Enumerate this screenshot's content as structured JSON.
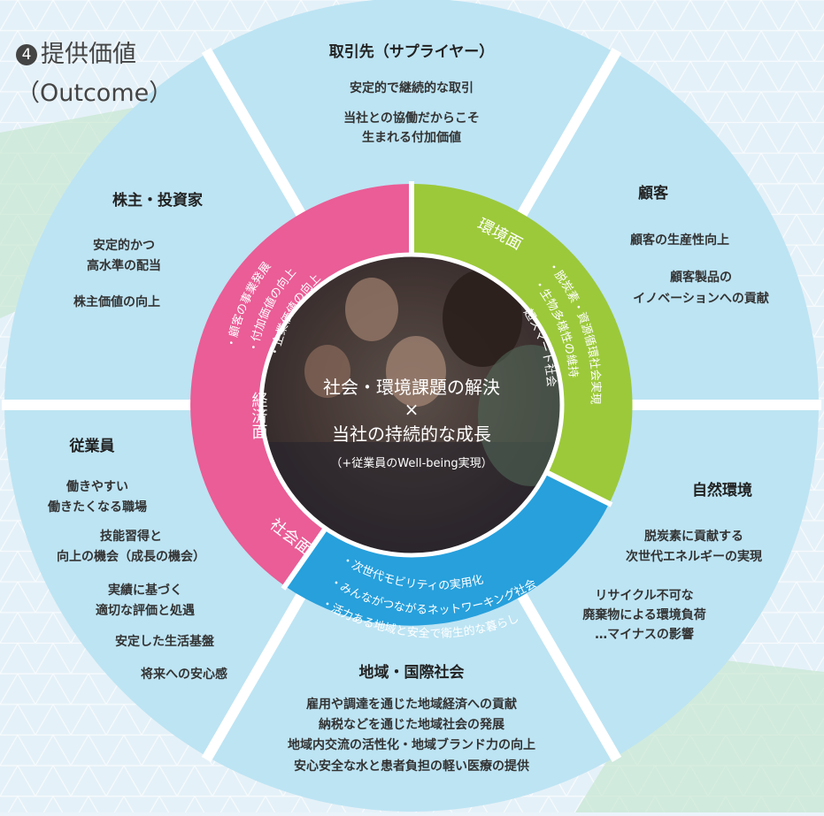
{
  "title": {
    "number": "4",
    "line1": "提供価値",
    "line2": "（Outcome）"
  },
  "colors": {
    "outer": "#bde4f3",
    "economic": "#ea5d96",
    "environment": "#9cc93a",
    "social": "#27a0dc",
    "heading": "#222222",
    "body": "#333333"
  },
  "stakeholders": {
    "suppliers": {
      "title": "取引先（サプライヤー）",
      "items": [
        "安定的で継続的な取引",
        "当社との協働だからこそ",
        "生まれる付加価値"
      ]
    },
    "customers": {
      "title": "顧客",
      "items": [
        "顧客の生産性向上",
        "顧客製品の",
        "イノベーションへの貢献"
      ]
    },
    "nature": {
      "title": "自然環境",
      "items": [
        "脱炭素に貢献する",
        "次世代エネルギーの実現",
        "リサイクル不可な",
        "廃棄物による環境負荷",
        "…マイナスの影響"
      ]
    },
    "community": {
      "title": "地域・国際社会",
      "items": [
        "雇用や調達を通じた地域経済への貢献",
        "納税などを通じた地域社会の発展",
        "地域内交流の活性化・地域ブランド力の向上",
        "安心安全な水と患者負担の軽い医療の提供"
      ]
    },
    "employees": {
      "title": "従業員",
      "items": [
        "働きやすい",
        "働きたくなる職場",
        "技能習得と",
        "向上の機会（成長の機会）",
        "実績に基づく",
        "適切な評価と処遇",
        "安定した生活基盤",
        "将来への安心感"
      ]
    },
    "shareholders": {
      "title": "株主・投資家",
      "items": [
        "安定的かつ",
        "高水準の配当",
        "株主価値の向上"
      ]
    }
  },
  "ring": {
    "economic": {
      "label": "経済面",
      "items": [
        "・顧客の事業発展",
        "・付加価値の向上",
        "・企業価値の向上"
      ]
    },
    "environment": {
      "label": "環境面",
      "items": [
        "・脱炭素・資源循環社会実現",
        "・生物多様性の維持",
        "・超スマート社会"
      ]
    },
    "social": {
      "label": "社会面",
      "items": [
        "・次世代モビリティの実用化",
        "・みんながつながるネットワーキング社会",
        "・活力ある地域と安全で衛生的な暮らし"
      ]
    }
  },
  "center": {
    "line1": "社会・環境課題の解決",
    "line2": "×",
    "line3": "当社の持続的な成長",
    "line4": "（+従業員のWell-being実現）"
  }
}
